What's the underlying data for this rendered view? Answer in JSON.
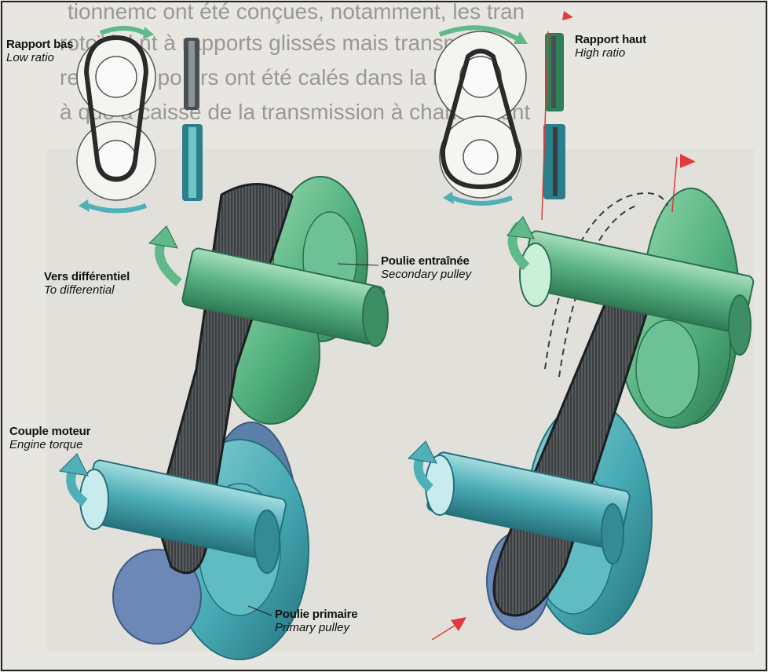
{
  "background_text": [
    "tionnemc  ont été conçues, notamment, les tran",
    "rotoïdal    nt à rapports glissés mais transmet",
    "rentre les po    urs ont été calés dans la boîte",
    "à que à caisse  de la transmission à changement"
  ],
  "labels": {
    "low_ratio": {
      "fr": "Rapport bas",
      "en": "Low ratio"
    },
    "high_ratio": {
      "fr": "Rapport haut",
      "en": "High ratio"
    },
    "to_differential": {
      "fr": "Vers différentiel",
      "en": "To differential"
    },
    "secondary_pulley": {
      "fr": "Poulie entraînée",
      "en": "Secondary pulley"
    },
    "engine_torque": {
      "fr": "Couple moteur",
      "en": "Engine torque"
    },
    "primary_pulley": {
      "fr": "Poulie primaire",
      "en": "Primary pulley"
    }
  },
  "colors": {
    "green": "#5fb98a",
    "green_dark": "#2f7f58",
    "blue": "#4fb0b8",
    "blue_dark": "#2a7f8a",
    "belt": "#3a3d40",
    "arrow_red": "#e23a3a"
  },
  "icons": {
    "rotation_arrow": "curved-arrow-icon",
    "motion_arrow": "red-arrow-icon"
  }
}
